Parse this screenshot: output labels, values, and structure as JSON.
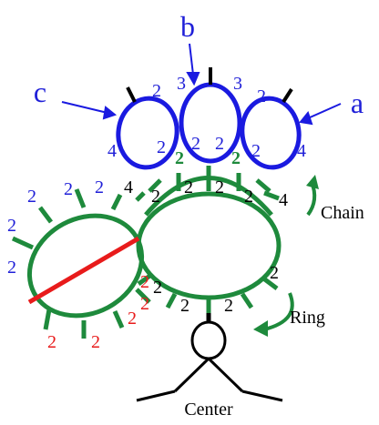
{
  "colors": {
    "green": "#1e8a3c",
    "blue": "#1a1ae0",
    "black": "#000000",
    "red": "#e81b1b",
    "label_blue": "#2020d8",
    "label_red": "#e81b1b"
  },
  "labels": {
    "a": "a",
    "b": "b",
    "c": "c",
    "chain": "Chain",
    "ring": "Ring",
    "center": "Center"
  },
  "numbers": {
    "blue": {
      "c_top": "2",
      "c_left": "4",
      "c_inner": "2",
      "b_left": "3",
      "b_right": "3",
      "b_inner_left": "2",
      "b_inner_right": "2",
      "a_top": "2",
      "a_inner": "2",
      "a_right": "4",
      "left_ring_1": "2",
      "left_ring_2": "2",
      "left_ring_3": "2",
      "left_ring_4": "2",
      "left_ring_5": "2"
    },
    "green": {
      "g1": "2",
      "g2": "2"
    },
    "black": {
      "upper_left": "4",
      "upper_1": "2",
      "upper_2": "2",
      "upper_3": "2",
      "upper_4": "2",
      "upper_right": "4",
      "lower_left": "2",
      "lower_mid_1": "2",
      "lower_mid_2": "2",
      "lower_right": "2"
    },
    "red": {
      "r1": "2",
      "r2": "2",
      "r3": "2",
      "r4": "2",
      "r5": "2"
    }
  }
}
